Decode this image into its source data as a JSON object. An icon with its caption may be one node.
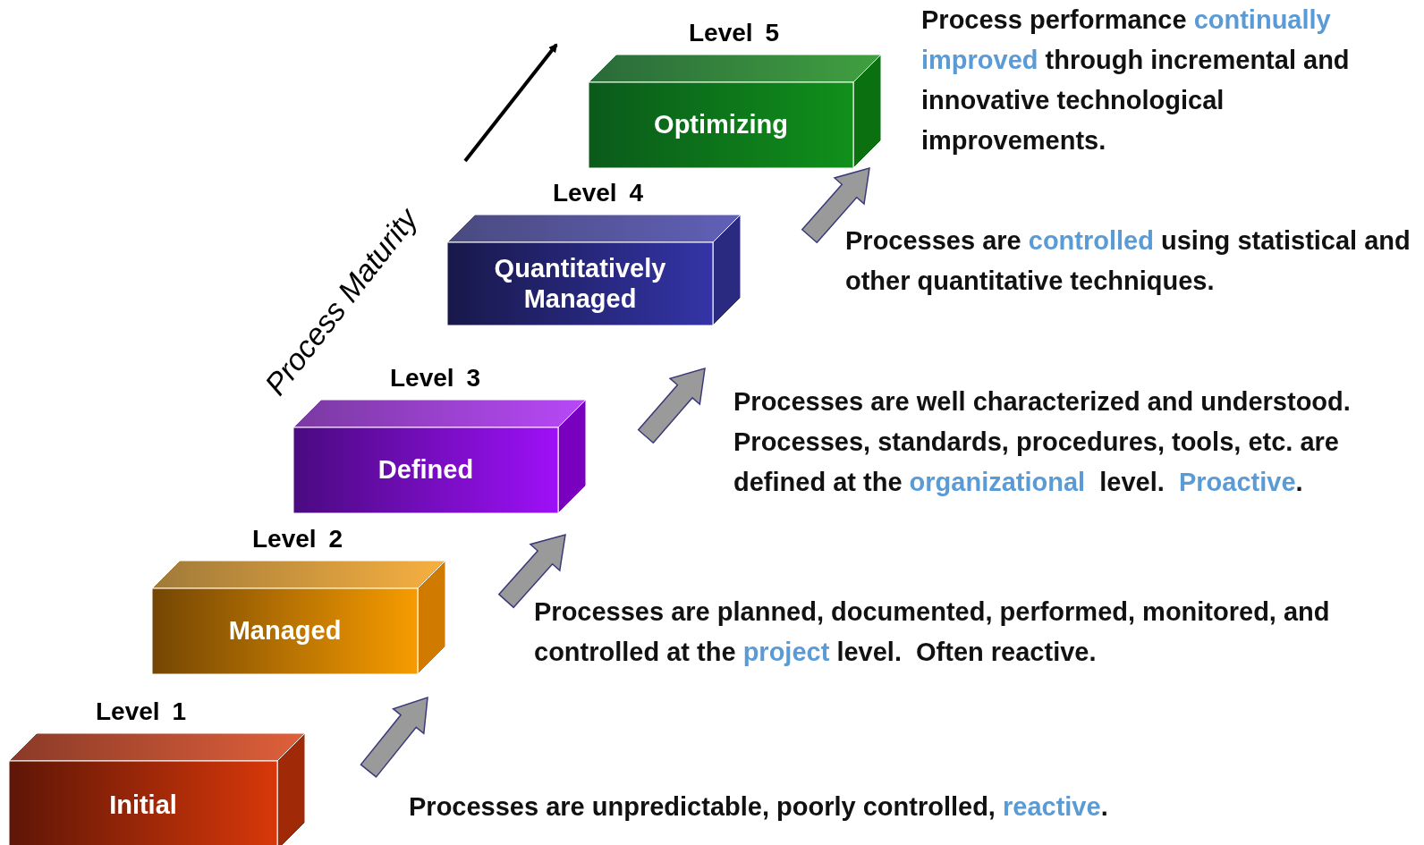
{
  "diagram": {
    "nodes": [
      {
        "text": [
          "Level 1",
          "Initial"
        ]
      },
      {
        "text": [
          "Level 2",
          "Managed"
        ]
      },
      {
        "text": [
          "Level 3",
          "Defined"
        ]
      },
      {
        "text": [
          "Level 4",
          "Quantitatively Managed"
        ]
      },
      {
        "text": [
          "Level 5",
          "Optimizing"
        ]
      }
    ],
    "labels": [
      "Process Maturity",
      "Process performance *continually improved* through incremental and innovative technological improvements.",
      "Processes are *controlled* using statistical and other quantitative techniques.",
      "Processes are well characterized and understood. Processes, standards, procedures, tools, etc. are defined at the *organizational*  level.  *Proactive*.",
      "Processes are planned, documented, performed, monitored, and controlled at the *project* level.  Often reactive.",
      "Processes are unpredictable, poorly controlled, *reactive*."
    ]
  }
}
